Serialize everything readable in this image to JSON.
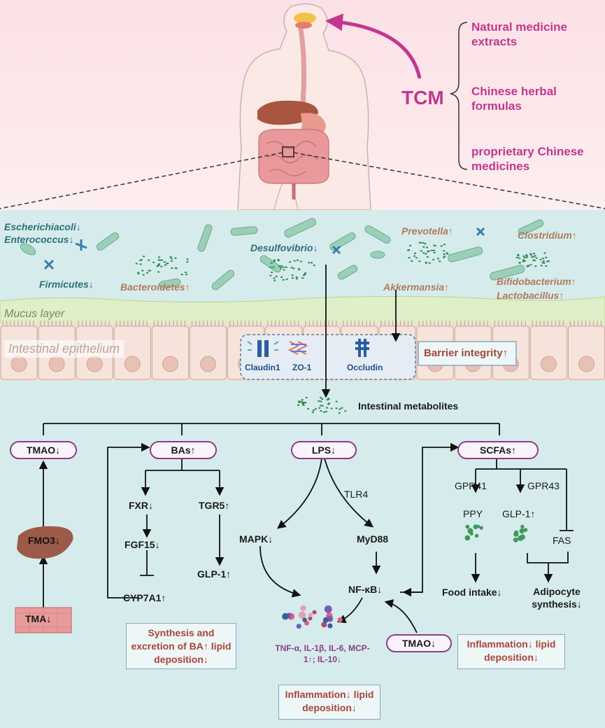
{
  "tcm": {
    "label": "TCM",
    "items": [
      "Natural medicine extracts",
      "Chinese herbal formulas",
      "proprietary Chinese medicines"
    ]
  },
  "bacteria": {
    "escherichia": "Escherichiacoli↓",
    "enterococcus": "Enterococcus↓",
    "firmicutes": "Firmicutes↓",
    "bacteroidetes": "Bacteroidetes↑",
    "desulfovibrio": "Desulfovibrio↓",
    "prevotella": "Prevotella↑",
    "clostridium": "Clostridium↑",
    "akkermansia": "Akkermansia↑",
    "bifidobacterium": "Bifidobacterium↑",
    "lactobacillus": "Lactobacillus↑"
  },
  "layers": {
    "mucus": "Mucus layer",
    "epithelium": "Intestinal epithelium",
    "claudin": "Claudin1",
    "zo1": "ZO-1",
    "occludin": "Occludin",
    "barrier": "Barrier integrity↑",
    "metabolites": "Intestinal metabolites"
  },
  "tmao_branch": {
    "tmao": "TMAO↓",
    "fmo3": "FMO3↓",
    "tma": "TMA↓"
  },
  "bas_branch": {
    "bas": "BAs↑",
    "fxr": "FXR↓",
    "tgr5": "TGR5↑",
    "fgf15": "FGF15↓",
    "glp1": "GLP-1↑",
    "cyp7a1": "CYP7A1↑",
    "outcome": "Synthesis and excretion of BA↑ lipid deposition↓"
  },
  "lps_branch": {
    "lps": "LPS↓",
    "tlr4": "TLR4",
    "mapk": "MAPK↓",
    "myd88": "MyD88",
    "nfkb": "NF-κB↓",
    "tmao2": "TMAO↓",
    "cytokines": "TNF-α, IL-1β, IL-6, MCP-1↑; IL-10↓",
    "outcome": "Inflammation↓ lipid deposition↓"
  },
  "scfa_branch": {
    "scfas": "SCFAs↑",
    "gpr41": "GPR41",
    "gpr43": "GPR43",
    "ppy": "PPY",
    "glp1": "GLP-1↑",
    "fas": "FAS",
    "food": "Food intake↓",
    "adipocyte": "Adipocyte synthesis↓",
    "outcome": "Inflammation↓ lipid deposition↓"
  },
  "colors": {
    "tcm_magenta": "#c2378f",
    "pill_border": "#8a3d8a",
    "outcome_red": "#a8453b",
    "bacteria_blue": "#2f6f7c",
    "bacteria_brown": "#b07a5a",
    "liver": "#9c5a48",
    "tma_pink": "#e99b9b"
  },
  "icons": [
    "body-figure-icon",
    "liver-icon",
    "intestine-icon",
    "bacteria-icon",
    "metabolite-dots-icon",
    "cytokine-dots-icon",
    "tight-junction-icon"
  ]
}
